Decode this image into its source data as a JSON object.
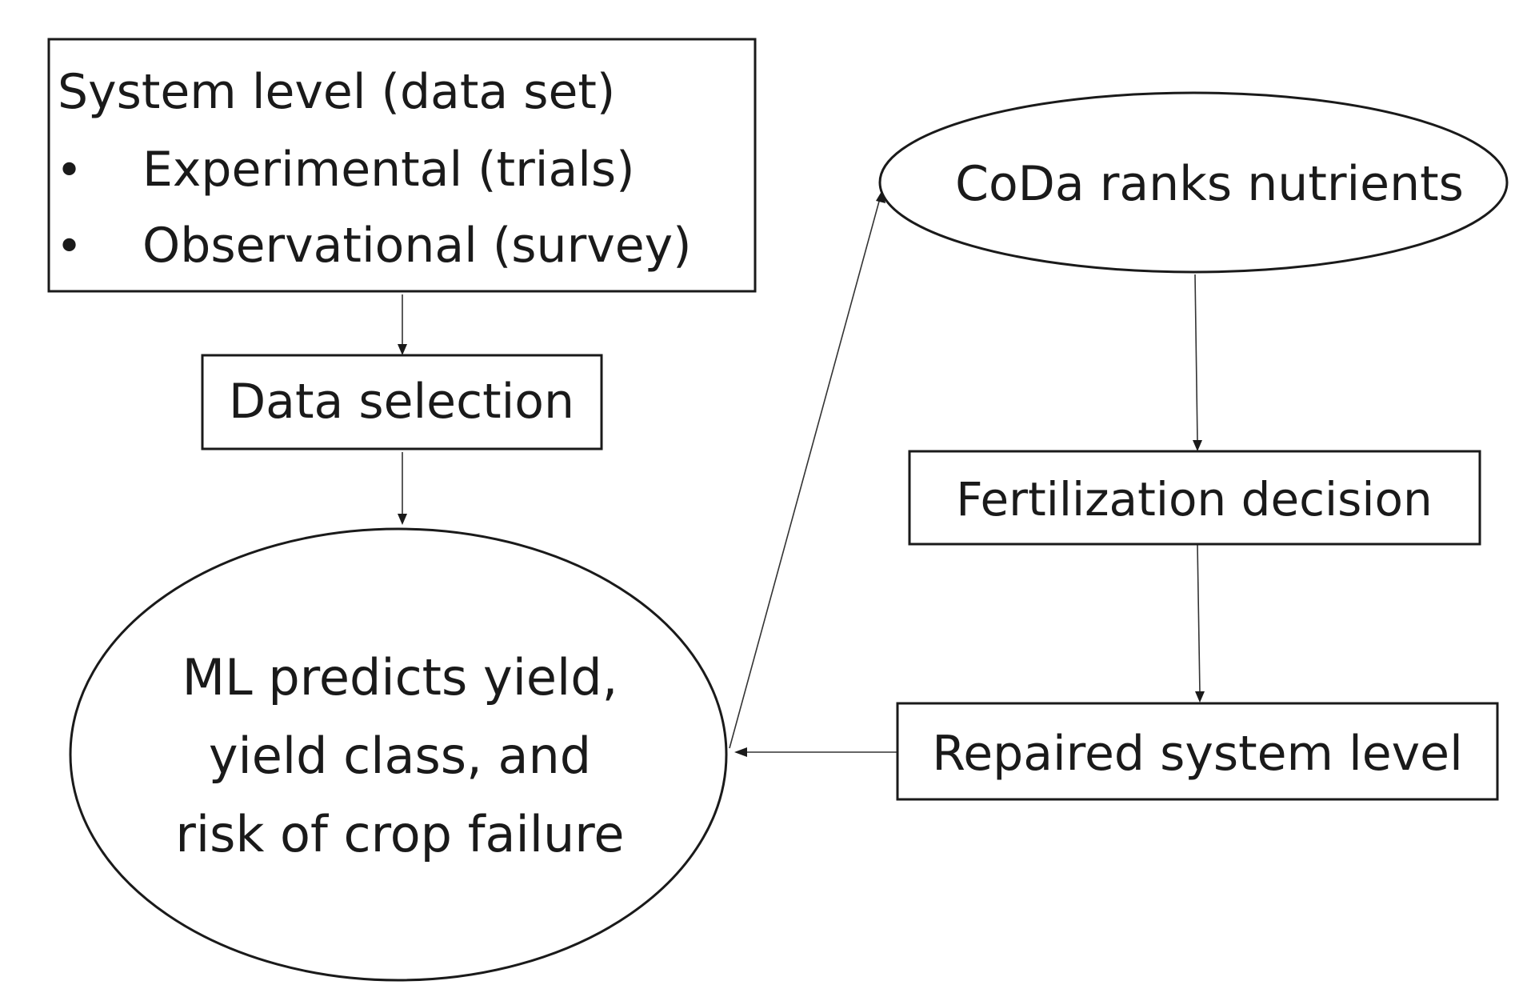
{
  "nodes": {
    "system_level": {
      "title": "System level (data set)",
      "bullet_symbol": "•",
      "bullets": [
        "Experimental (trials)",
        "Observational (survey)"
      ]
    },
    "data_selection": {
      "label": "Data selection"
    },
    "ml_predicts": {
      "lines": [
        "ML predicts yield,",
        "yield class, and",
        "risk of crop failure"
      ]
    },
    "coda_ranks": {
      "label": "CoDa ranks nutrients"
    },
    "fertilization": {
      "label": "Fertilization decision"
    },
    "repaired": {
      "label": "Repaired system level"
    }
  },
  "edges": [
    {
      "from": "system_level",
      "to": "data_selection"
    },
    {
      "from": "data_selection",
      "to": "ml_predicts"
    },
    {
      "from": "ml_predicts",
      "to": "coda_ranks"
    },
    {
      "from": "coda_ranks",
      "to": "fertilization"
    },
    {
      "from": "fertilization",
      "to": "repaired"
    },
    {
      "from": "repaired",
      "to": "ml_predicts"
    }
  ]
}
